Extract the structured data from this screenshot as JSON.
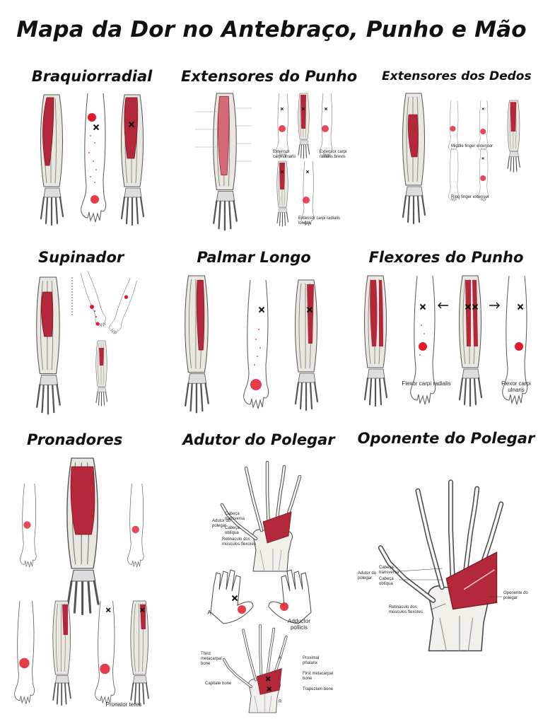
{
  "title": "Mapa da Dor no Antebraço, Punho e Mão",
  "colors": {
    "muscle": "#b3283a",
    "pain": "#e01a2a",
    "bone": "#f2f0ea",
    "outline": "#444444"
  },
  "panels": [
    {
      "title": "Braquiorradial",
      "labels": []
    },
    {
      "title": "Extensores do Punho",
      "labels": [
        "Extensor carpi ulnaris",
        "Extensor carpi radialis brevis",
        "Extensor carpi radialis longus"
      ]
    },
    {
      "title": "Extensores dos Dedos",
      "labels": [
        "Middle finger extensor",
        "Ring finger extensor"
      ]
    },
    {
      "title": "Supinador",
      "labels": []
    },
    {
      "title": "Palmar Longo",
      "labels": []
    },
    {
      "title": "Flexores do Punho",
      "labels": [
        "Flexor carpi radialis",
        "Flexor carpi ulnaris"
      ]
    },
    {
      "title": "Pronadores",
      "labels": [
        "Pronator teres"
      ]
    },
    {
      "title": "Adutor do Polegar",
      "labels": [
        "Cabeça transversa",
        "Adutor do polegar",
        "Cabeça oblíqua",
        "Retináculo dos músculos flexores",
        "Adductor pollicis",
        "A",
        "Third metacarpal bone",
        "Capitate bone",
        "Proximal phalanx",
        "First metacarpal bone",
        "Trapezium bone",
        "A",
        "R"
      ]
    },
    {
      "title": "Oponente do Polegar",
      "labels": [
        "Adutor do polegar",
        "Cabeça transversa",
        "Cabeça oblíqua",
        "Oponente do polegar",
        "Retináculo dos músculos flexores"
      ]
    }
  ]
}
